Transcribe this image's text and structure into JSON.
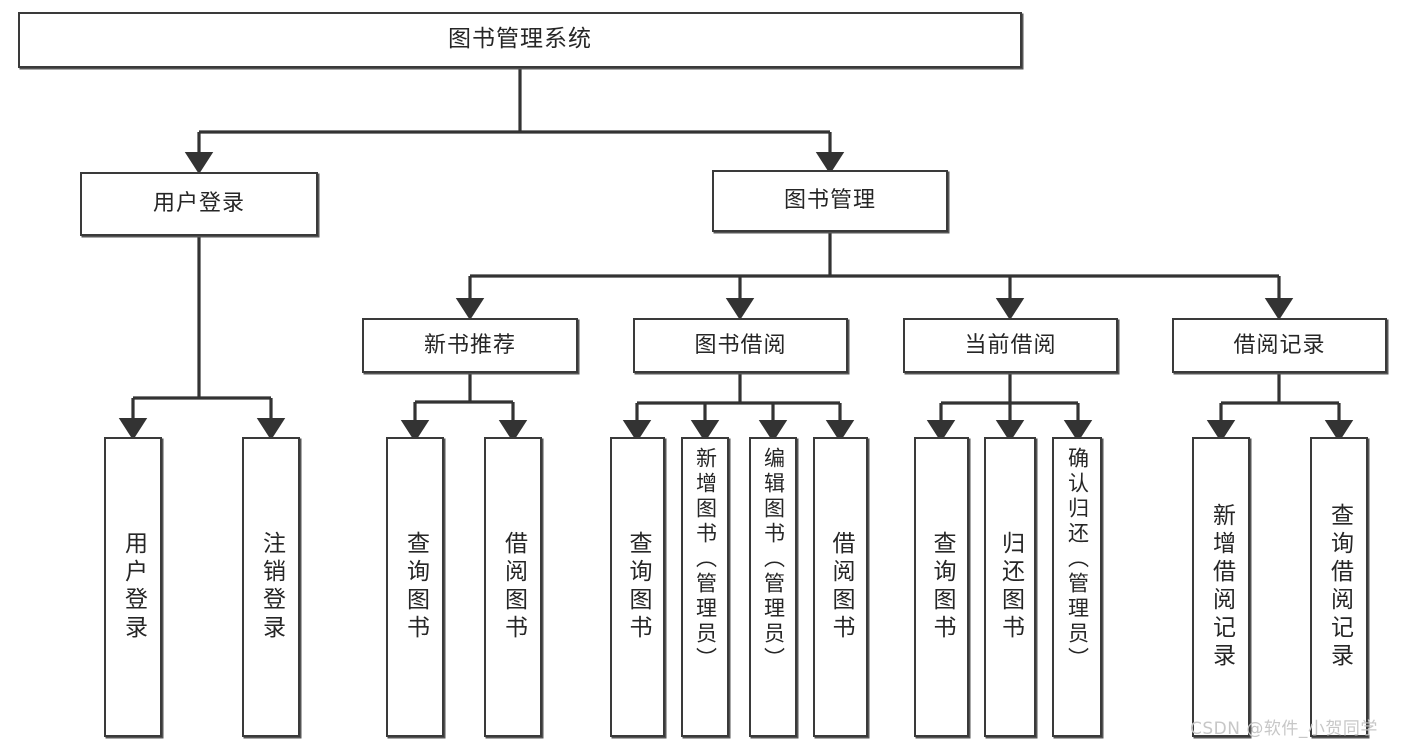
{
  "diagram": {
    "title": "图书管理系统",
    "type": "tree-hierarchy-chart",
    "colors": {
      "background": "#ffffff",
      "box_border": "#3a3a3a",
      "box_fill": "#ffffff",
      "connector": "#333333",
      "text": "#262626",
      "watermark": "#c7c7c7"
    },
    "root": {
      "label": "图书管理系统"
    },
    "level2": [
      {
        "label": "用户登录"
      },
      {
        "label": "图书管理"
      }
    ],
    "level3": [
      {
        "label": "新书推荐"
      },
      {
        "label": "图书借阅"
      },
      {
        "label": "当前借阅"
      },
      {
        "label": "借阅记录"
      }
    ],
    "leaves": {
      "user_login": [
        {
          "label": "用户登录"
        },
        {
          "label": "注销登录"
        }
      ],
      "new_book_recommend": [
        {
          "label": "查询图书"
        },
        {
          "label": "借阅图书"
        }
      ],
      "book_borrow": [
        {
          "label": "查询图书"
        },
        {
          "label": "新增图书（管理员）"
        },
        {
          "label": "编辑图书（管理员）"
        },
        {
          "label": "借阅图书"
        }
      ],
      "current_borrow": [
        {
          "label": "查询图书"
        },
        {
          "label": "归还图书"
        },
        {
          "label": "确认归还（管理员）"
        }
      ],
      "borrow_record": [
        {
          "label": "新增借阅记录"
        },
        {
          "label": "查询借阅记录"
        }
      ]
    }
  },
  "watermark": {
    "text": "CSDN @软件_小贺同学"
  }
}
